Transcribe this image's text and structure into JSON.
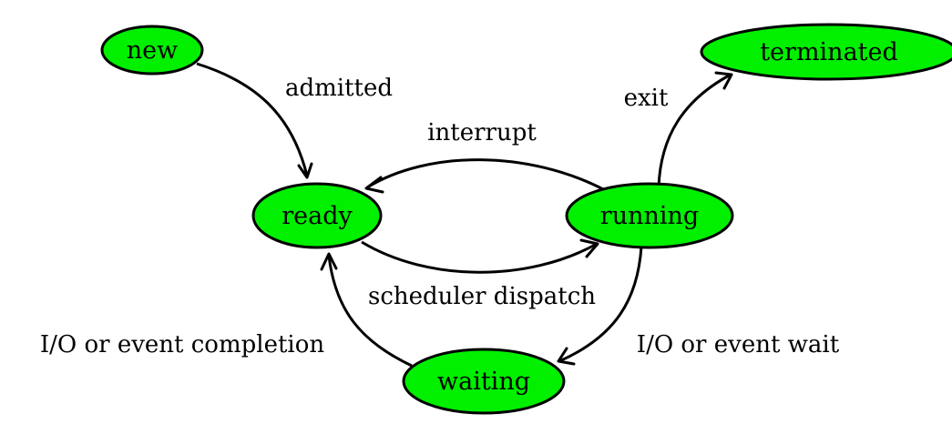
{
  "colors": {
    "state_fill": "#00f000",
    "stroke": "#000000",
    "background": "#ffffff"
  },
  "states": {
    "new": "new",
    "ready": "ready",
    "running": "running",
    "waiting": "waiting",
    "terminated": "terminated"
  },
  "transitions": {
    "admitted": "admitted",
    "interrupt": "interrupt",
    "scheduler_dispatch": "scheduler dispatch",
    "exit": "exit",
    "io_event_wait": "I/O or event wait",
    "io_event_completion": "I/O or event completion"
  }
}
